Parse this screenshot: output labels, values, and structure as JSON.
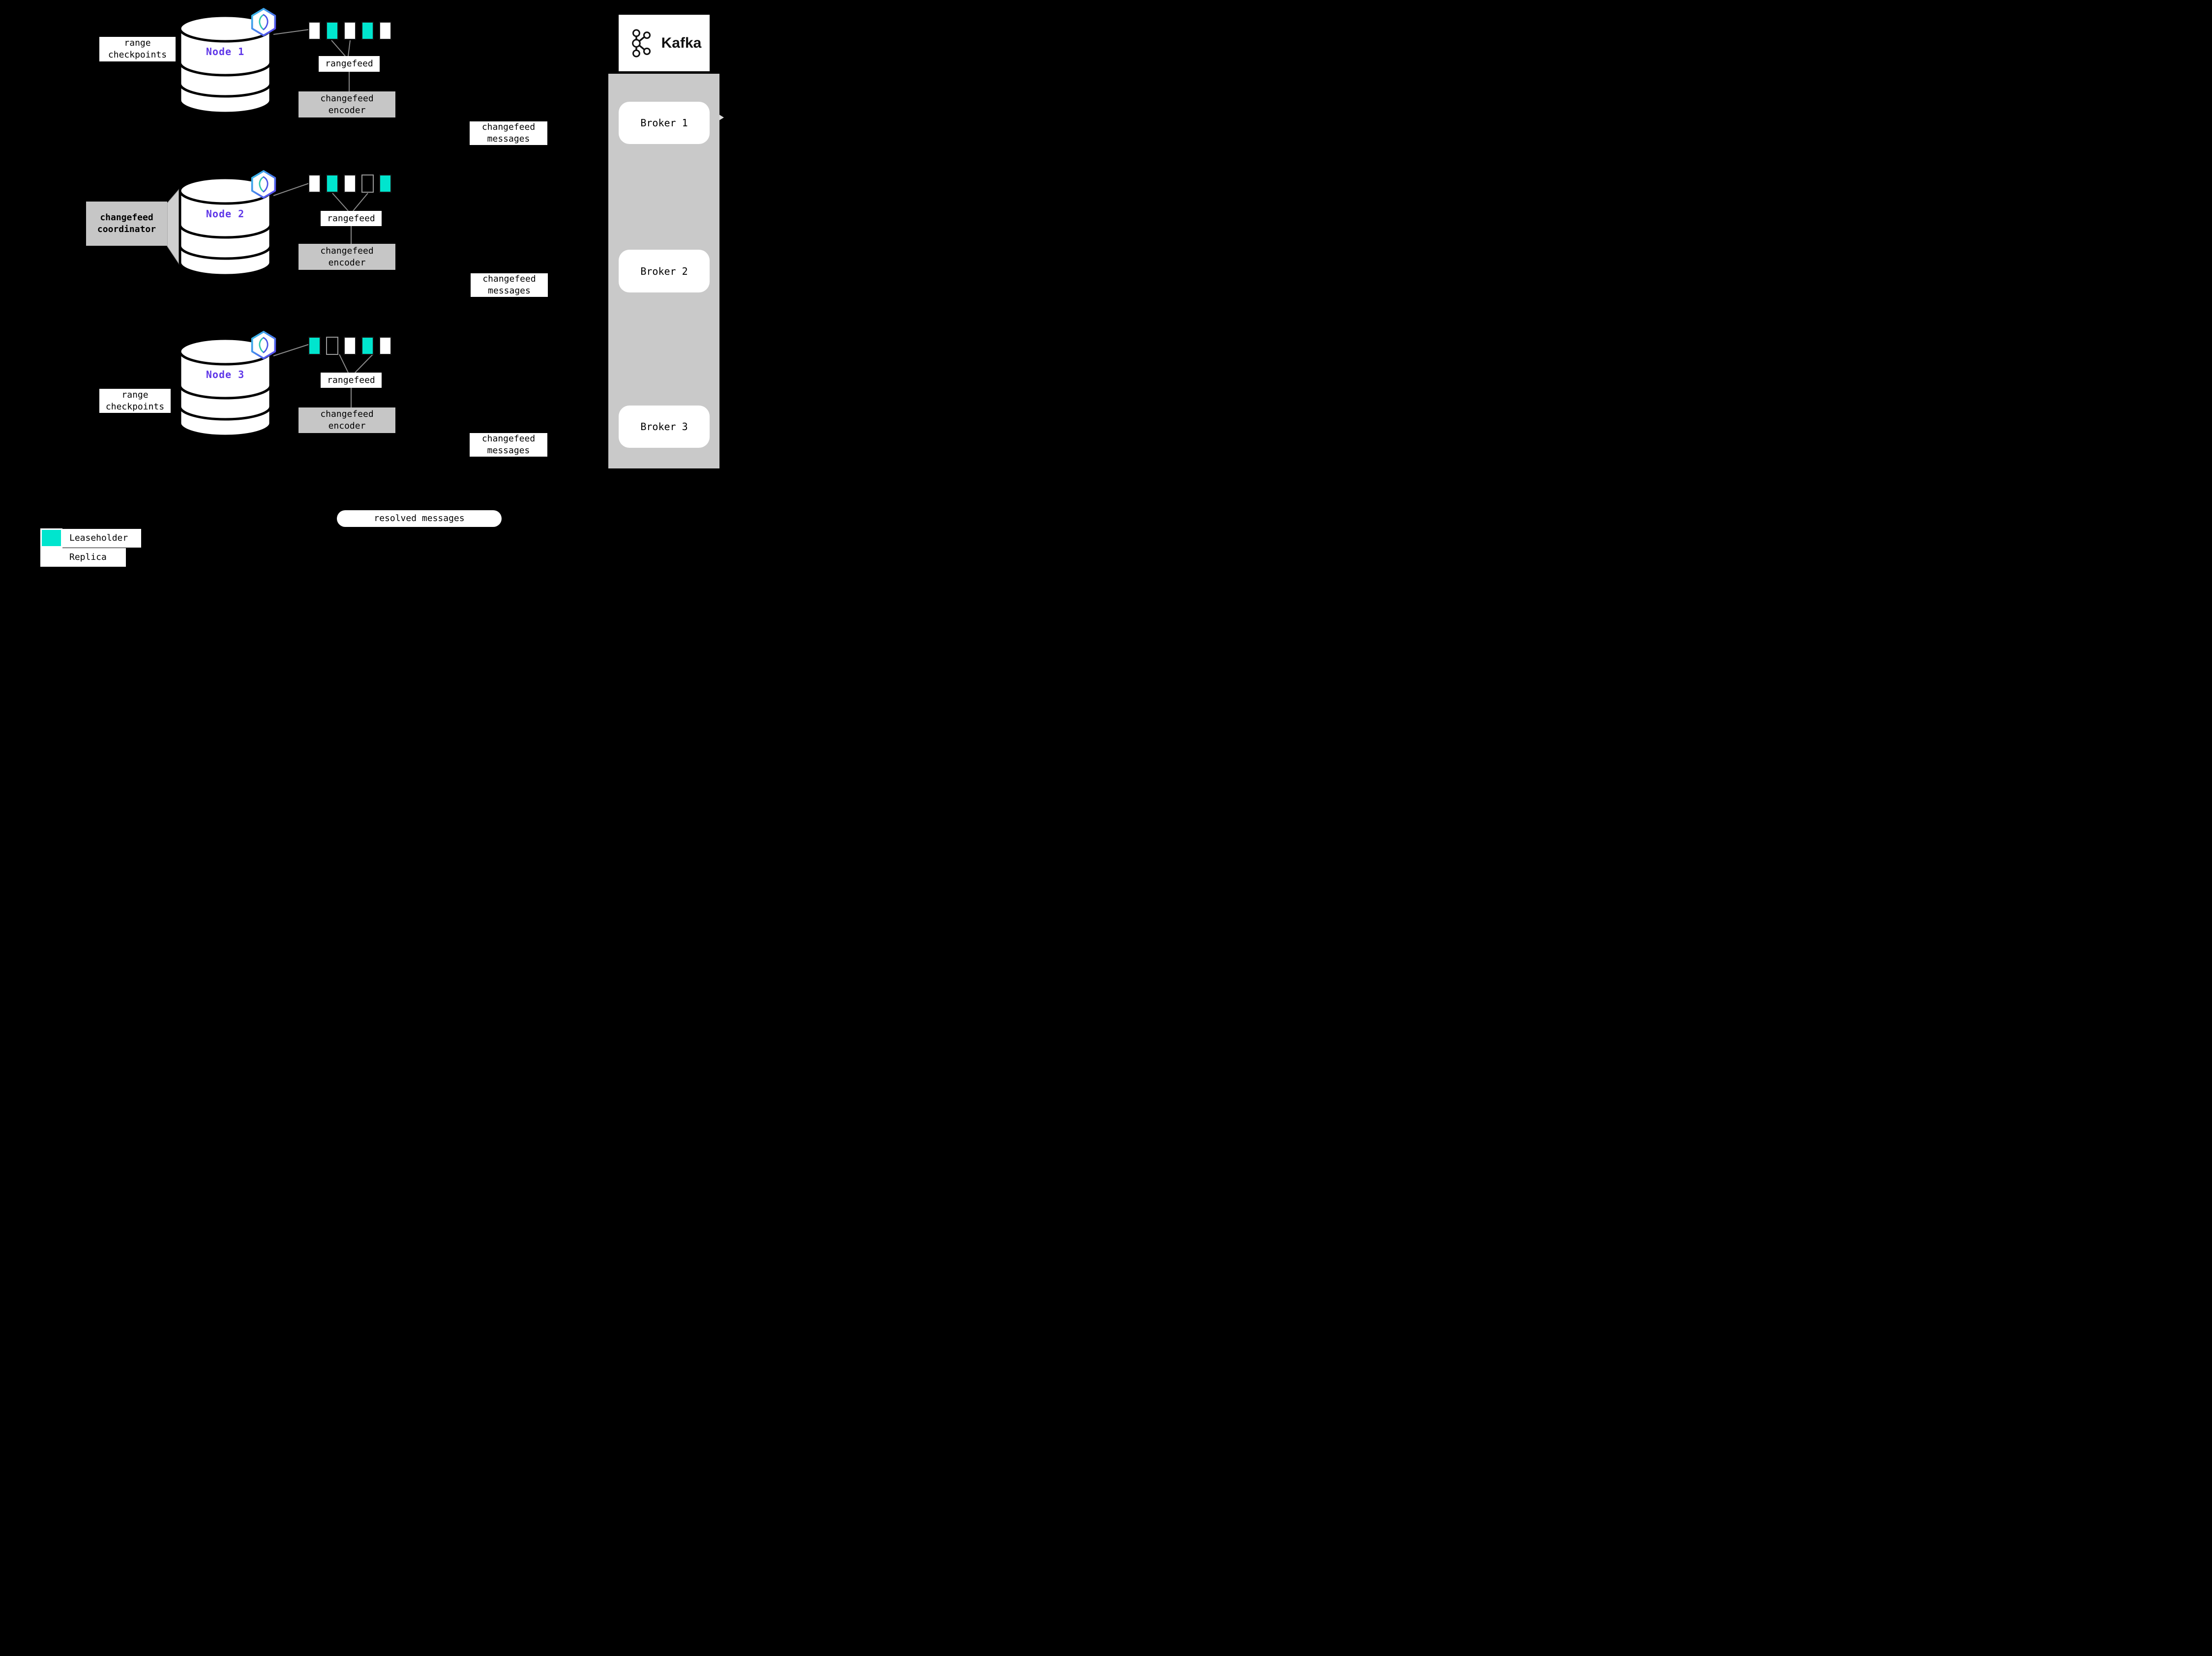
{
  "palette": {
    "background": "#000000",
    "leaseholder": "#00E5CE",
    "replica": "#FFFFFF",
    "node_name": "#6038E8",
    "panel_gray": "#C9C9C9",
    "box_gray": "#C6C6C6"
  },
  "labels": {
    "range_checkpoints": "range checkpoints",
    "rangefeed": "rangefeed",
    "changefeed_encoder": "changefeed encoder",
    "changefeed_messages": "changefeed messages",
    "changefeed_coordinator": "changefeed coordinator",
    "resolved_messages": "resolved messages"
  },
  "nodes": [
    {
      "name": "Node 1",
      "ranges": [
        "replica",
        "leaseholder",
        "replica",
        "leaseholder",
        "replica"
      ]
    },
    {
      "name": "Node 2",
      "ranges": [
        "replica",
        "leaseholder",
        "replica",
        "empty",
        "leaseholder"
      ]
    },
    {
      "name": "Node 3",
      "ranges": [
        "leaseholder",
        "empty",
        "replica",
        "leaseholder",
        "replica"
      ]
    }
  ],
  "kafka": {
    "title": "Kafka",
    "brokers": [
      {
        "label": "Broker 1"
      },
      {
        "label": "Broker 2"
      },
      {
        "label": "Broker 3"
      }
    ]
  },
  "legend": {
    "items": [
      {
        "kind": "leaseholder",
        "label": "Leaseholder"
      },
      {
        "kind": "replica",
        "label": "Replica"
      }
    ]
  }
}
